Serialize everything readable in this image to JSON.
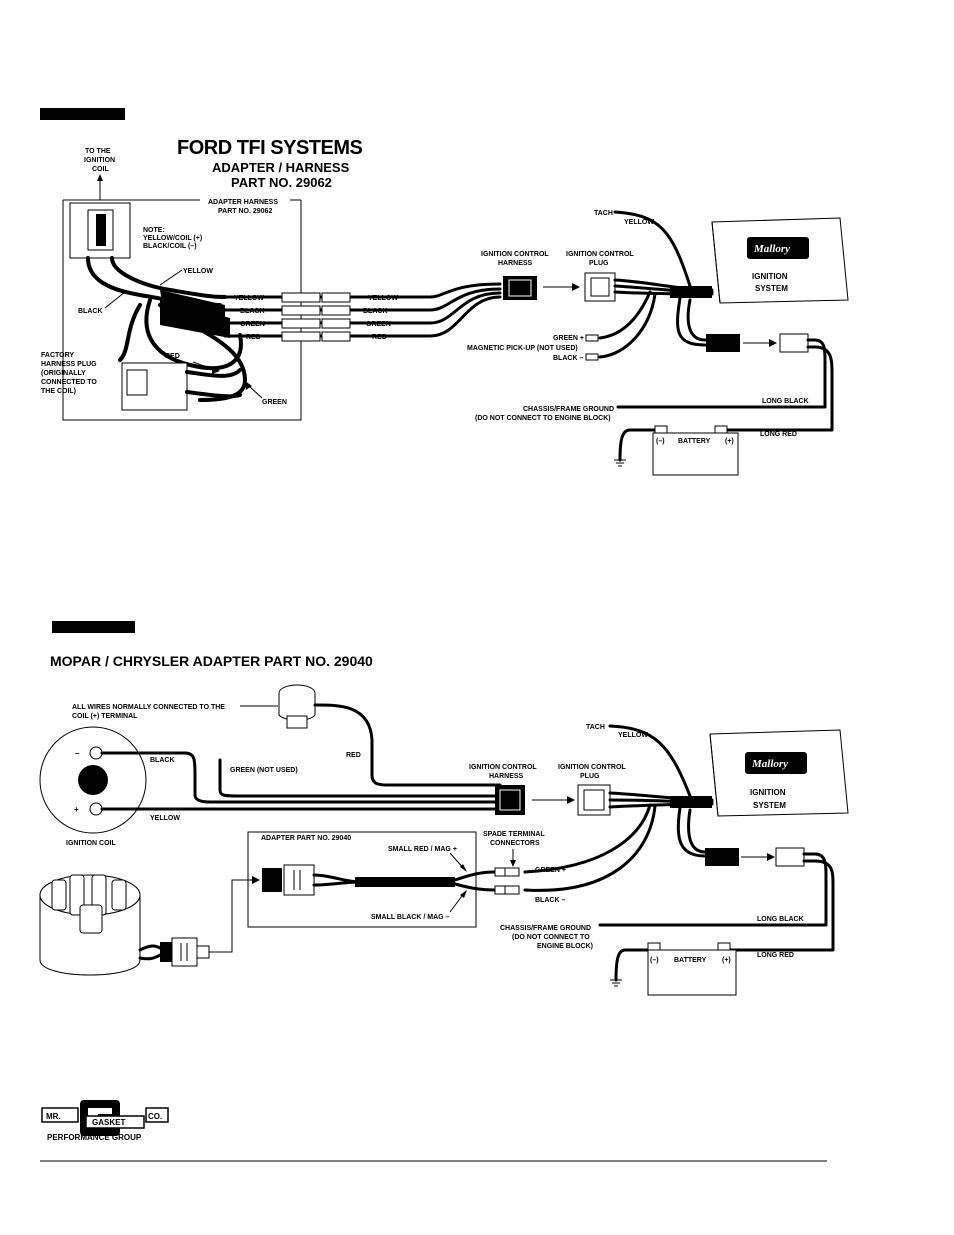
{
  "diagram1": {
    "title": "FORD TFI SYSTEMS",
    "subtitle1": "ADAPTER / HARNESS",
    "subtitle2": "PART NO. 29062",
    "to_coil": [
      "TO THE",
      "IGNITION",
      "COIL"
    ],
    "adapter_harness": [
      "ADAPTER HARNESS",
      "PART NO. 29062"
    ],
    "note": [
      "NOTE:",
      "YELLOW/COIL (+)",
      "BLACK/COIL (–)"
    ],
    "yellow": "YELLOW",
    "black": "BLACK",
    "red": "RED",
    "green": "GREEN",
    "factory_plug": [
      "FACTORY",
      "HARNESS PLUG",
      "(ORIGINALLY",
      "CONNECTED TO",
      "THE COIL)"
    ],
    "wires_left": [
      "YELLOW",
      "BLACK",
      "GREEN",
      "RED"
    ],
    "wires_right": [
      "YELLOW",
      "BLACK",
      "GREEN",
      "RED"
    ],
    "icm_harness": [
      "IGNITION CONTROL",
      "HARNESS"
    ],
    "icm_plug": [
      "IGNITION CONTROL",
      "PLUG"
    ],
    "tach": "TACH",
    "tach_yellow": "YELLOW",
    "brand": "Mallory",
    "ignition_system": [
      "IGNITION",
      "SYSTEM"
    ],
    "green_plus": "GREEN +",
    "mag_pickup": [
      "MAGNETIC PICK-UP (NOT USED)"
    ],
    "black_minus": "BLACK –",
    "chassis_ground": [
      "CHASSIS/FRAME GROUND",
      "(DO NOT CONNECT TO ENGINE BLOCK)"
    ],
    "long_black": "LONG BLACK",
    "long_red": "LONG RED",
    "battery_neg": "(–)",
    "battery": "BATTERY",
    "battery_pos": "(+)"
  },
  "diagram2": {
    "title": "MOPAR / CHRYSLER ADAPTER PART NO. 29040",
    "all_wires": [
      "ALL WIRES NORMALLY CONNECTED TO THE",
      "COIL (+) TERMINAL"
    ],
    "red": "RED",
    "black": "BLACK",
    "green_not_used": "GREEN (NOT USED)",
    "yellow": "YELLOW",
    "ignition_coil": "IGNITION COIL",
    "coil_minus": "–",
    "coil_plus": "+",
    "icm_harness": [
      "IGNITION CONTROL",
      "HARNESS"
    ],
    "icm_plug": [
      "IGNITION CONTROL",
      "PLUG"
    ],
    "tach": "TACH",
    "tach_yellow": "YELLOW",
    "brand": "Mallory",
    "ignition_system": [
      "IGNITION",
      "SYSTEM"
    ],
    "adapter_part": "ADAPTER PART NO. 29040",
    "small_red": "SMALL RED / MAG +",
    "small_black": "SMALL BLACK / MAG –",
    "spade": [
      "SPADE TERMINAL",
      "CONNECTORS"
    ],
    "green_plus": "GREEN +",
    "black_minus": "BLACK –",
    "chassis_ground": [
      "CHASSIS/FRAME GROUND",
      "(DO NOT CONNECT TO",
      "ENGINE BLOCK)"
    ],
    "long_black": "LONG BLACK",
    "long_red": "LONG RED",
    "battery_neg": "(–)",
    "battery": "BATTERY",
    "battery_pos": "(+)"
  },
  "footer": {
    "logo_mr": "MR.",
    "logo_gasket": "GASKET",
    "logo_co": "CO.",
    "logo_sub": "PERFORMANCE GROUP"
  }
}
